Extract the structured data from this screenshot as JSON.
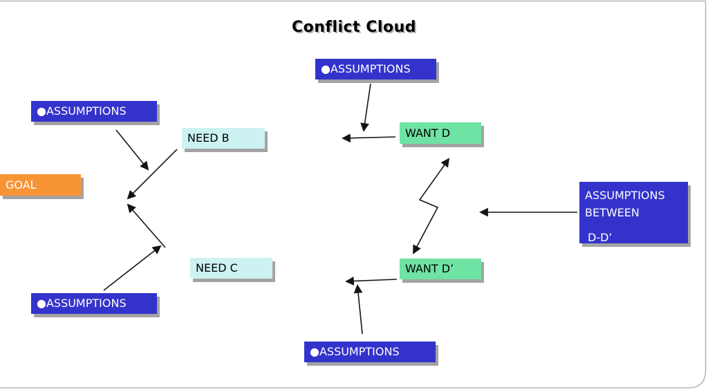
{
  "title": "Conflict Cloud",
  "colors": {
    "blue": "#3333cc",
    "cyan": "#cdf2f2",
    "green": "#6fe3a4",
    "orange": "#f79435"
  },
  "nodes": {
    "assumptions_top": "●ASSUMPTIONS",
    "assumptions_left": "●ASSUMPTIONS",
    "assumptions_bottom_left": "●ASSUMPTIONS",
    "assumptions_bottom": "●ASSUMPTIONS",
    "need_b": "NEED B",
    "need_c": "NEED C",
    "goal": "GOAL",
    "want_d": "WANT D",
    "want_d_prime": "WANT D’",
    "assumptions_between": {
      "lines": [
        "ASSUMPTIONS",
        "BETWEEN",
        "D-D’"
      ]
    }
  }
}
